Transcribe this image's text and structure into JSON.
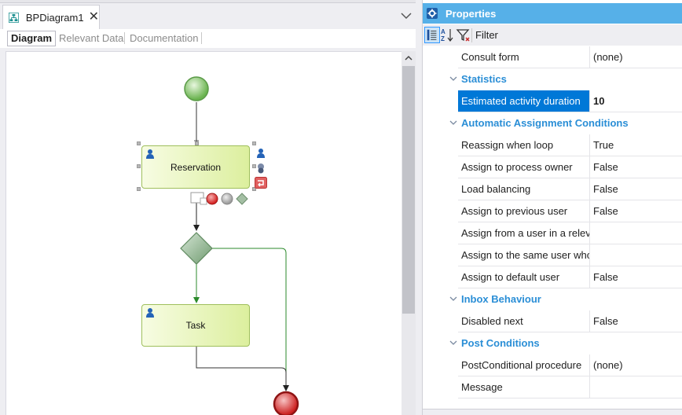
{
  "document_tab": {
    "title": "BPDiagram1",
    "close": "✕"
  },
  "subtabs": [
    "Diagram",
    "Relevant Data",
    "Documentation"
  ],
  "diagram": {
    "tasks": [
      {
        "label": "Reservation"
      },
      {
        "label": "Task"
      }
    ]
  },
  "properties": {
    "title": "Properties",
    "filter_label": "Filter",
    "sections": [
      {
        "rows": [
          {
            "name": "Consult form",
            "value": "(none)"
          }
        ]
      },
      {
        "category": "Statistics",
        "rows": [
          {
            "name": "Estimated activity duration",
            "value": "10",
            "selected": true
          }
        ]
      },
      {
        "category": "Automatic Assignment Conditions",
        "rows": [
          {
            "name": "Reassign when loop",
            "value": "True"
          },
          {
            "name": "Assign to process owner",
            "value": "False"
          },
          {
            "name": "Load balancing",
            "value": "False"
          },
          {
            "name": "Assign to previous user",
            "value": "False"
          },
          {
            "name": "Assign from a user in a relevant",
            "value": ""
          },
          {
            "name": "Assign to the same user who",
            "value": ""
          },
          {
            "name": "Assign to default user",
            "value": "False"
          }
        ]
      },
      {
        "category": "Inbox Behaviour",
        "rows": [
          {
            "name": "Disabled next",
            "value": "False"
          }
        ]
      },
      {
        "category": "Post Conditions",
        "rows": [
          {
            "name": "PostConditional procedure",
            "value": "(none)"
          },
          {
            "name": "Message",
            "value": ""
          }
        ]
      }
    ]
  },
  "colors": {
    "accent": "#56b0e8",
    "category_text": "#2a8ed6",
    "selection": "#0078d7",
    "task_fill_start": "#f7fce3",
    "task_fill_end": "#dcef9e",
    "start_event": "#7dc463",
    "end_event": "#d82d2d",
    "gateway": "#8fb08f",
    "flow_line_default": "#333333",
    "flow_line_conditional": "#2b8a2b"
  }
}
